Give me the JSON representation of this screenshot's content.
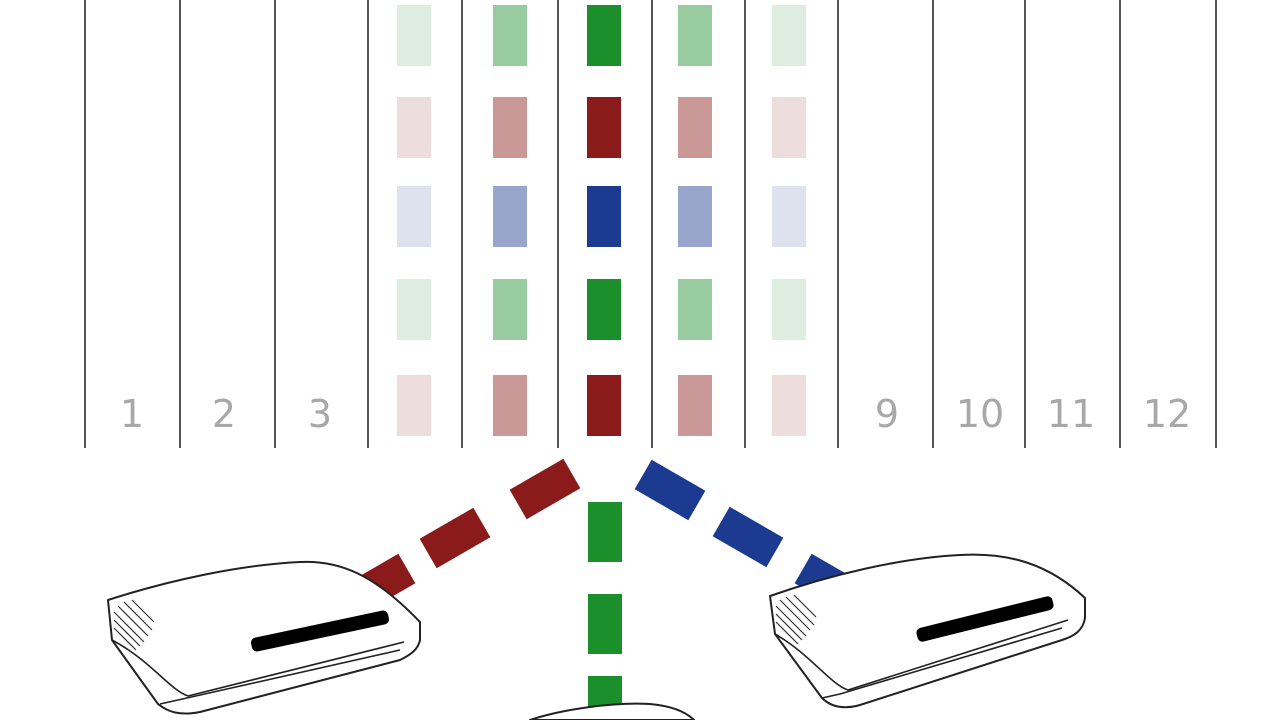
{
  "channels": [
    "1",
    "2",
    "3",
    "",
    "",
    "",
    "",
    "",
    "9",
    "10",
    "11",
    "12"
  ],
  "colors": {
    "green": "#1a8f2c",
    "red": "#8b1a1a",
    "blue": "#1c3a8f",
    "divider": "#555555",
    "label": "#a8a8a8"
  },
  "signal_rows": [
    "green",
    "red",
    "blue",
    "green",
    "red"
  ],
  "column_intensity": [
    0,
    0,
    0,
    0.15,
    0.45,
    1.0,
    0.45,
    0.15,
    0,
    0,
    0,
    0
  ],
  "links": [
    {
      "color": "red",
      "direction": "left"
    },
    {
      "color": "green",
      "direction": "down"
    },
    {
      "color": "blue",
      "direction": "right"
    }
  ],
  "devices": [
    "router-left",
    "router-right",
    "router-bottom"
  ]
}
